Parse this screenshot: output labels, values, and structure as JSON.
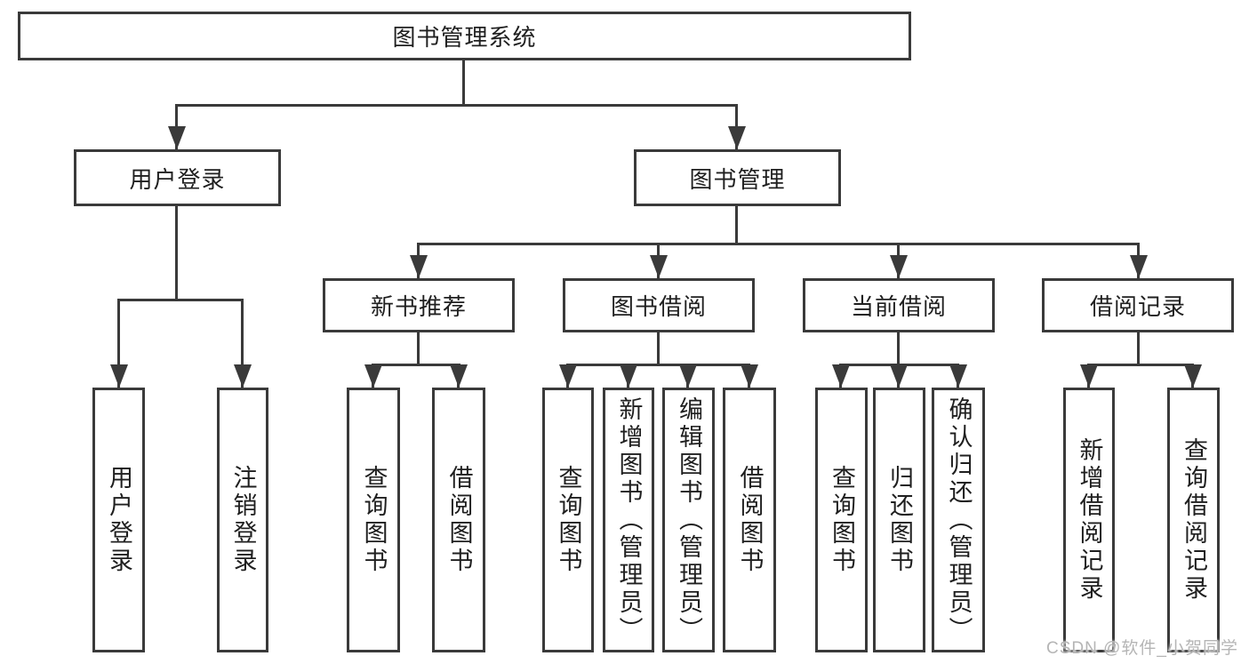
{
  "diagram": {
    "root": {
      "label": "图书管理系统"
    },
    "branches": [
      {
        "label": "用户登录",
        "children": [
          "用户登录",
          "注销登录"
        ]
      },
      {
        "label": "图书管理",
        "sections": [
          {
            "label": "新书推荐",
            "children": [
              "查询图书",
              "借阅图书"
            ]
          },
          {
            "label": "图书借阅",
            "children": [
              "查询图书",
              "新增图书（管理员）",
              "编辑图书（管理员）",
              "借阅图书"
            ]
          },
          {
            "label": "当前借阅",
            "children": [
              "查询图书",
              "归还图书",
              "确认归还（管理员）"
            ]
          },
          {
            "label": "借阅记录",
            "children": [
              "新增借阅记录",
              "查询借阅记录"
            ]
          }
        ]
      }
    ]
  },
  "watermark": {
    "text": "CSDN @软件_小贺同学"
  },
  "colors": {
    "line": "#3a3a3a",
    "box_border": "#3a3a3a",
    "text": "#1f1f1f",
    "watermark_text": "#b5b5b5",
    "background": "#ffffff"
  }
}
